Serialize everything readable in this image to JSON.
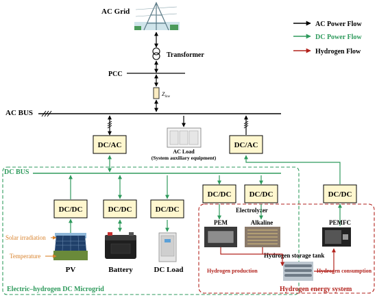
{
  "legend": {
    "ac_flow": "AC Power Flow",
    "dc_flow": "DC Power Flow",
    "h2_flow": "Hydrogen Flow"
  },
  "ac_side": {
    "grid": "AC Grid",
    "transformer": "Transformer",
    "pcc": "PCC",
    "line_impedance": "Z",
    "line_impedance_sub": "line",
    "ac_bus": "AC BUS"
  },
  "converters": {
    "inverter_left": "DC/AC",
    "inverter_right": "DC/AC",
    "pv_dcdc": "DC/DC",
    "battery_dcdc": "DC/DC",
    "load_dcdc": "DC/DC",
    "pem_dcdc": "DC/DC",
    "alkaline_dcdc": "DC/DC",
    "pemfc_dcdc": "DC/DC"
  },
  "ac_load": {
    "title": "AC Load",
    "subtitle": "(System auxiliary equipment)"
  },
  "dc_side": {
    "dc_bus": "DC BUS",
    "solar_irradiation": "Solar irradiation",
    "temperature": "Temperature",
    "pv": "PV",
    "battery": "Battery",
    "dc_load": "DC Load",
    "microgrid": "Electric–hydrogen DC Microgrid"
  },
  "hydrogen": {
    "electrolyzer": "Electrolyzer",
    "pem": "PEM",
    "alkaline": "Alkaline",
    "pemfc": "PEMFC",
    "storage_tank": "Hydrogen storage tank",
    "production": "Hydrogen production",
    "consumption": "Hydrogen consumption",
    "system": "Hydrogen energy system"
  },
  "colors": {
    "ac": "#000000",
    "dc": "#2e9a5c",
    "hydrogen": "#b2221c",
    "converter_fill": "#fff7cf",
    "hydrogen_border": "#b2221c",
    "text_orange": "#d9822b"
  }
}
